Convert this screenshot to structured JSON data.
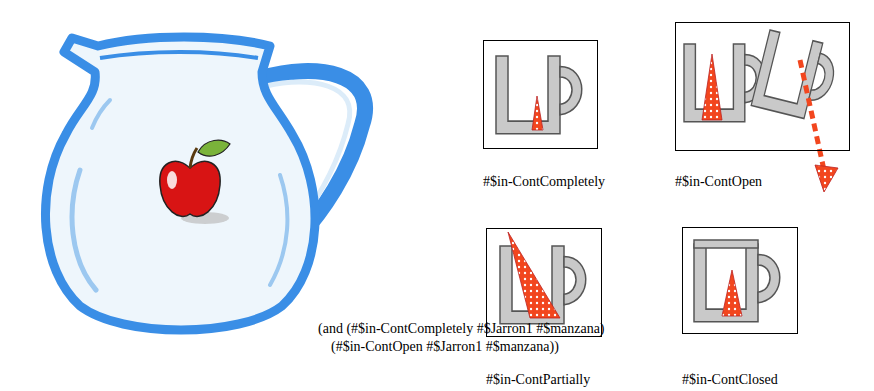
{
  "diagram": {
    "nodes": [
      {
        "text": [
          "#$in-ContCompletely"
        ]
      },
      {
        "text": [
          "#$in-ContOpen"
        ]
      },
      {
        "text": [
          "#$in-ContPartially"
        ]
      },
      {
        "text": [
          "#$in-ContClosed"
        ]
      }
    ],
    "labels": [
      "(and (#$in-ContCompletely #$Jarron1 #$manzana)",
      "(#$in-ContOpen #$Jarron1 #$manzana))"
    ]
  }
}
